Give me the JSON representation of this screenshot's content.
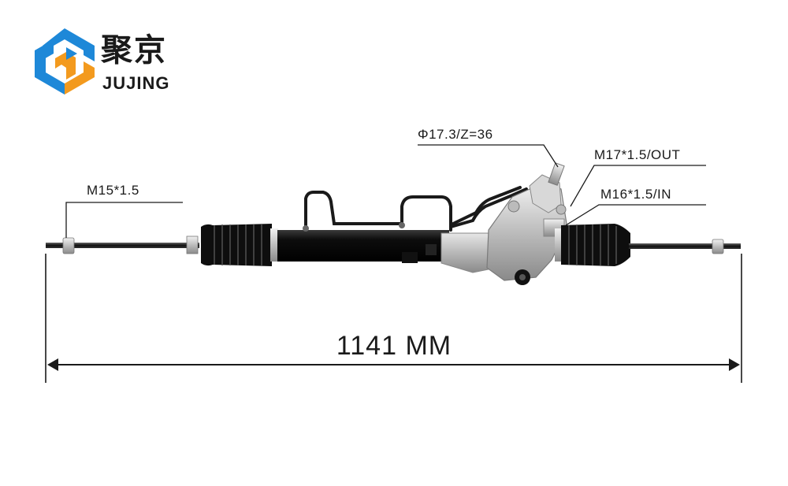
{
  "brand": {
    "name_cn": "聚京",
    "name_en": "JUJING",
    "colors": {
      "blue": "#1e88d8",
      "orange": "#f39a1e",
      "text": "#1a1a1a"
    }
  },
  "product": {
    "callouts": {
      "left_thread": "M15*1.5",
      "pinion": "Φ17.3/Z=36",
      "port_out": "M17*1.5/OUT",
      "port_in": "M16*1.5/IN"
    },
    "overall_length": "1141 MM"
  }
}
